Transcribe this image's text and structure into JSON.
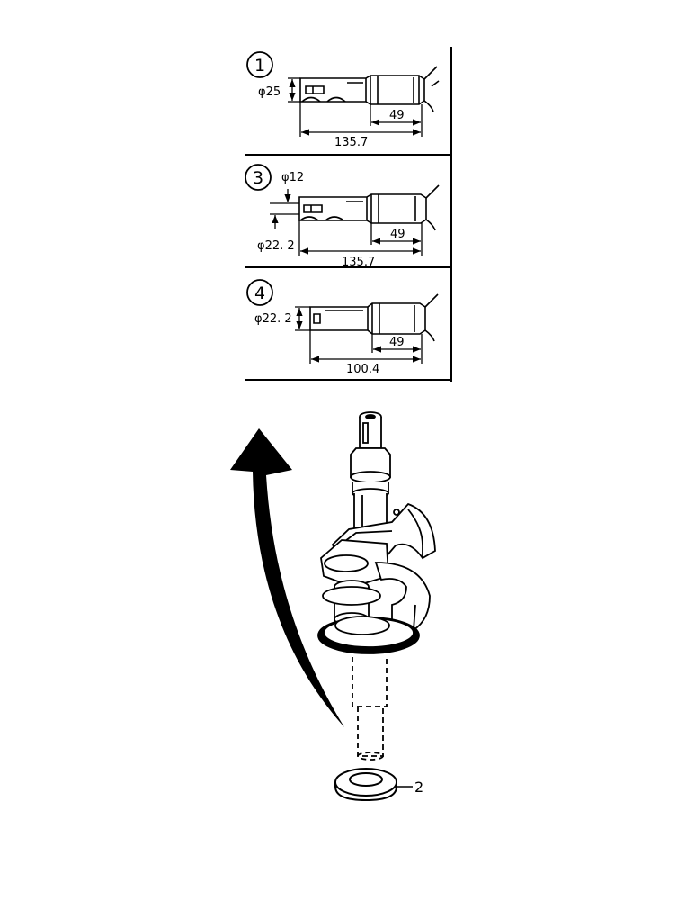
{
  "panels": [
    {
      "number": "1",
      "diameter_label": "φ25",
      "length_label": "49",
      "total_label": "135.7"
    },
    {
      "number": "3",
      "small_diameter_label": "φ12",
      "diameter_label": "φ22. 2",
      "length_label": "49",
      "total_label": "135.7"
    },
    {
      "number": "4",
      "diameter_label": "φ22. 2",
      "length_label": "49",
      "total_label": "100.4"
    }
  ],
  "callout": {
    "label": "2"
  },
  "colors": {
    "ink": "#000000",
    "paper": "#ffffff"
  }
}
